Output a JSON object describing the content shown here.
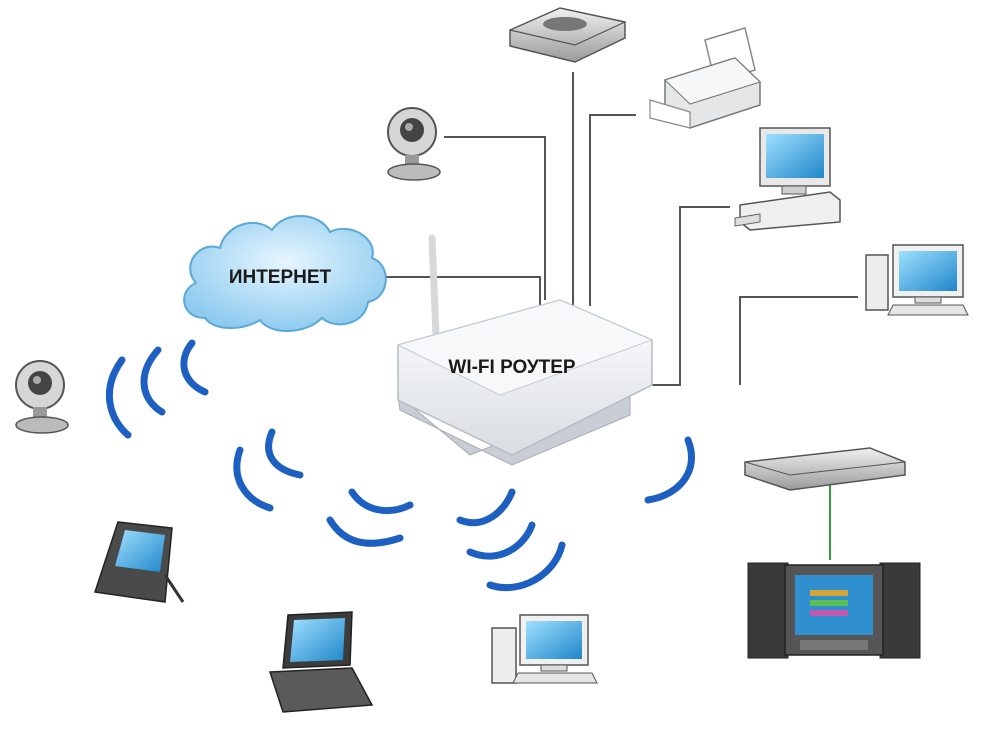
{
  "diagram": {
    "internet_label": "ИНТЕРНЕТ",
    "router_label": "WI-FI РОУТЕР"
  },
  "colors": {
    "wifi_wave": "#1e5fc2",
    "cloud": "#9fd3f2",
    "cable": "#555555",
    "tv_link": "#2e9e3e",
    "screen": "#2f8fcf"
  },
  "devices": {
    "wired": [
      "external-hard-drive",
      "printer",
      "webcam",
      "desktop-computer",
      "desktop-computer"
    ],
    "wireless": [
      "webcam",
      "pda",
      "laptop",
      "desktop-computer"
    ],
    "media": [
      "media-player",
      "tv-with-speakers"
    ]
  }
}
